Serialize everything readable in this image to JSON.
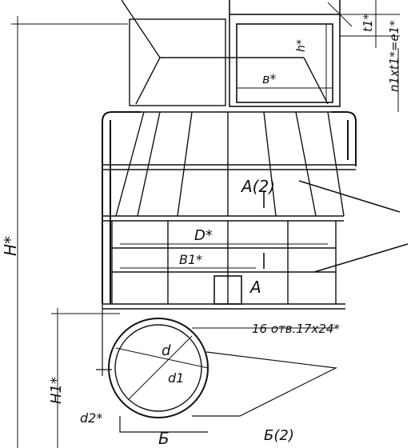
{
  "labels": {
    "height_total": "H*",
    "height_lower": "H1*",
    "t1": "t1*",
    "h": "h*",
    "b": "в*",
    "pitch": "n1xt1*=e1*",
    "section_a_top": "А(2)",
    "section_a": "А",
    "d_ring": "D*",
    "b1": "В1*",
    "holes": "16 отв.17x24*",
    "d": "d",
    "d1": "d1",
    "d2": "d2*",
    "view_b": "Б",
    "view_b2": "Б(2)"
  },
  "colors": {
    "ink": "#111111",
    "paper": "#ffffff"
  }
}
